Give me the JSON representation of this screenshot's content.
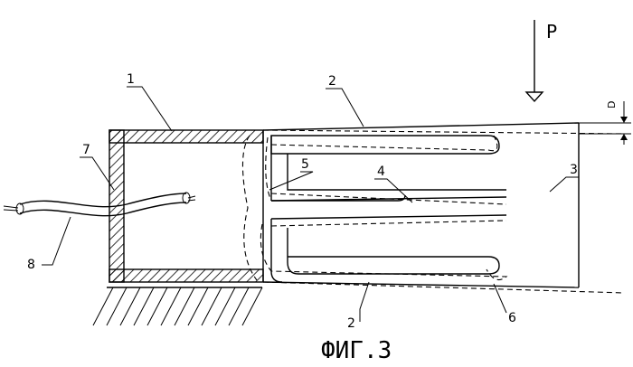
{
  "figure": {
    "caption": "ФИГ.3",
    "force_label": "P",
    "deflection_label": "D"
  },
  "labels": {
    "l1": "1",
    "l2_top": "2",
    "l2_bottom": "2",
    "l3": "3",
    "l4": "4",
    "l5": "5",
    "l6": "6",
    "l7": "7",
    "l8": "8"
  }
}
